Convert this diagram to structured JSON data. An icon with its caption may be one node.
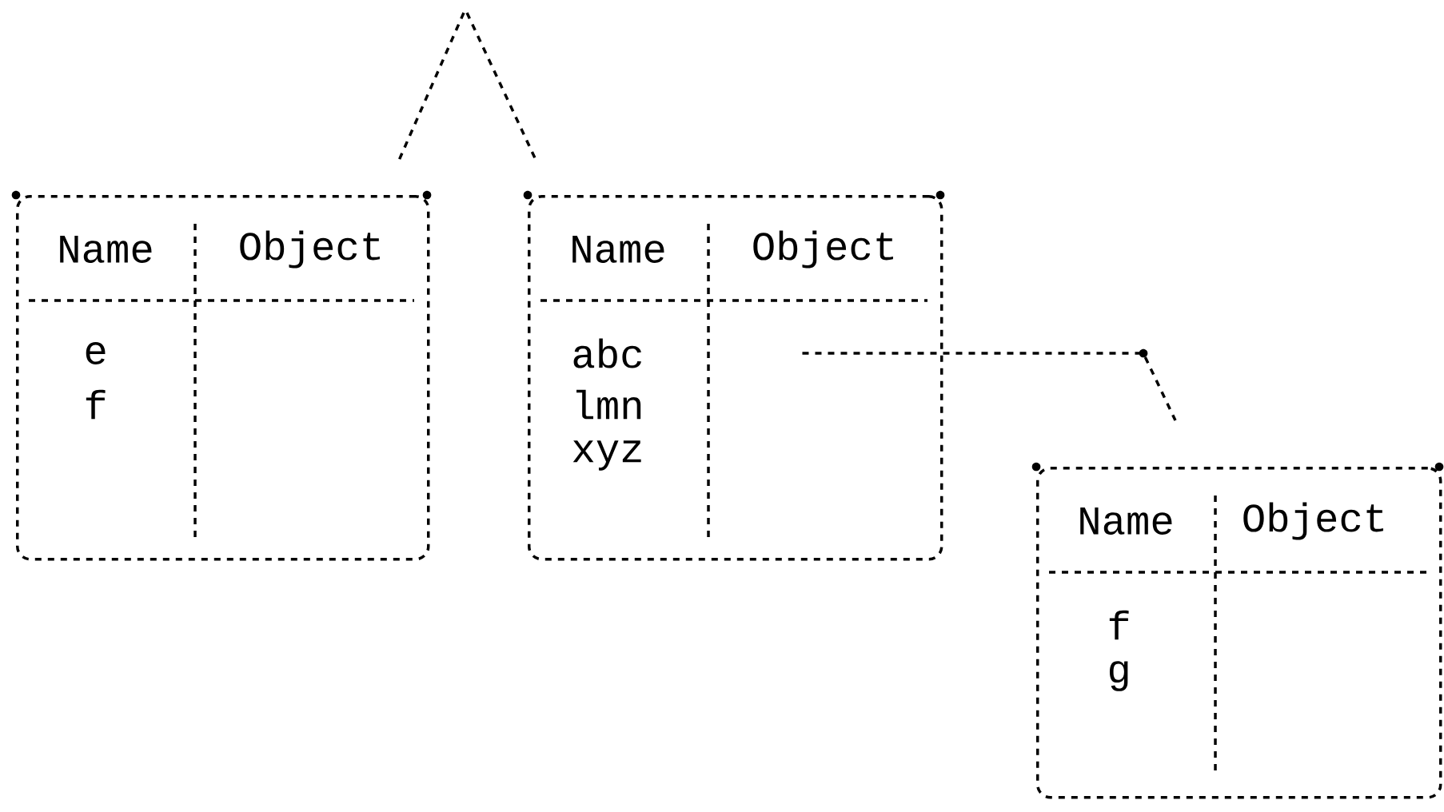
{
  "diagram": {
    "nodes": [
      {
        "text": [
          "Name",
          "Object",
          "e",
          "f"
        ]
      },
      {
        "text": [
          "Name",
          "Object",
          "abc",
          "lmn",
          "xyz"
        ]
      },
      {
        "text": [
          "Name",
          "Object",
          "f",
          "g"
        ]
      }
    ],
    "edges": [
      {
        "from": null,
        "to": 0,
        "arrow": "none",
        "style": "dashed"
      },
      {
        "from": null,
        "to": 1,
        "arrow": "none",
        "style": "dashed"
      },
      {
        "from": 1,
        "to": 2,
        "arrow": "none",
        "style": "dashed"
      }
    ]
  }
}
